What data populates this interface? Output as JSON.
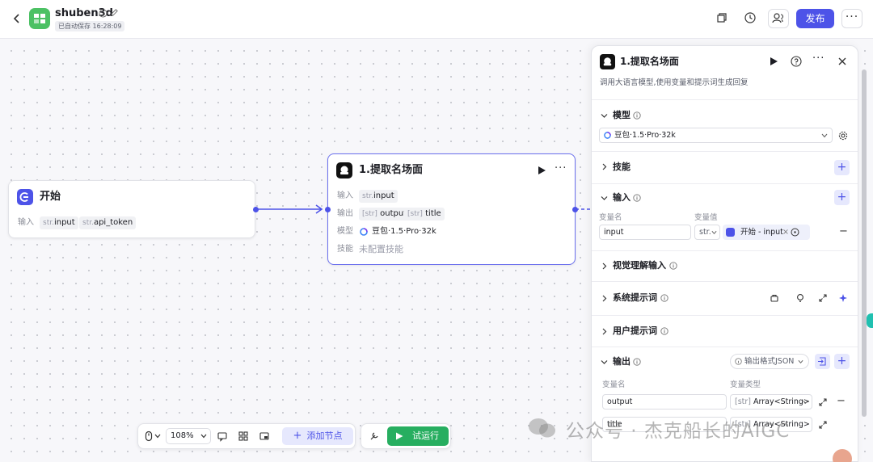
{
  "header": {
    "app_name": "shuben3d",
    "autosave": "已自动保存 16:28:09",
    "publish_label": "发布"
  },
  "canvas": {
    "start_node": {
      "title": "开始",
      "input_label": "输入",
      "inputs": [
        {
          "type": "str.",
          "name": "input"
        },
        {
          "type": "str.",
          "name": "api_token"
        }
      ]
    },
    "llm_node": {
      "title": "1.提取名场面",
      "input_label": "输入",
      "input": {
        "type": "str.",
        "name": "input"
      },
      "output_label": "输出",
      "outputs": [
        {
          "type": "[str]",
          "name": "output"
        },
        {
          "type": "[str]",
          "name": "title"
        }
      ],
      "model_label": "模型",
      "model_value": "豆包·1.5·Pro·32k",
      "skill_label": "技能",
      "skill_value": "未配置技能"
    }
  },
  "toolbar": {
    "zoom": "108%",
    "add_node": "添加节点",
    "trial_run": "试运行"
  },
  "panel": {
    "title": "1.提取名场面",
    "description": "调用大语言模型,使用变量和提示词生成回复",
    "model_section": "模型",
    "model_value": "豆包·1.5·Pro·32k",
    "skill_section": "技能",
    "input_section": "输入",
    "var_name_label": "变量名",
    "var_value_label": "变量值",
    "input_var_name": "input",
    "input_var_type": "str.",
    "input_var_ref": "开始 - input",
    "vision_section": "视觉理解输入",
    "system_prompt_section": "系统提示词",
    "user_prompt_section": "用户提示词",
    "output_section": "输出",
    "output_format": "输出格式JSON",
    "out_name_label": "变量名",
    "out_type_label": "变量类型",
    "outputs": [
      {
        "name": "output",
        "type": "Array<String>",
        "type_prefix": "[str]"
      },
      {
        "name": "title",
        "type": "Array<String>",
        "type_prefix": "[str]"
      }
    ]
  },
  "watermark": "公众号 · 杰克船长的AIGC",
  "colors": {
    "accent": "#4d53e8",
    "run_green": "#27ae60",
    "logo_green": "#4cc164"
  }
}
